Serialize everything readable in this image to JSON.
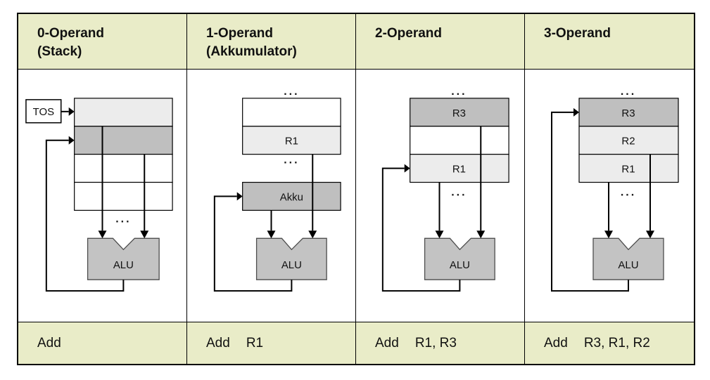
{
  "colors": {
    "band_bg": "#e9ecc8",
    "cell_light": "#ececec",
    "cell_dark": "#bfbfbf",
    "alu_fill": "#c3c3c3"
  },
  "columns": [
    {
      "header_line1": "0-Operand",
      "header_line2": "(Stack)",
      "instruction": {
        "op": "Add",
        "args": ""
      },
      "labels": {
        "tos": "TOS",
        "dots_bottom": "...",
        "alu": "ALU"
      }
    },
    {
      "header_line1": "1-Operand",
      "header_line2": "(Akkumulator)",
      "instruction": {
        "op": "Add",
        "args": "R1"
      },
      "labels": {
        "dots_top": "...",
        "r1": "R1",
        "dots_mid": "...",
        "akku": "Akku",
        "alu": "ALU"
      }
    },
    {
      "header_line1": "2-Operand",
      "header_line2": "",
      "instruction": {
        "op": "Add",
        "args": "R1, R3"
      },
      "labels": {
        "dots_top": "...",
        "r3": "R3",
        "r1": "R1",
        "dots_mid": "...",
        "alu": "ALU"
      }
    },
    {
      "header_line1": "3-Operand",
      "header_line2": "",
      "instruction": {
        "op": "Add",
        "args": "R3, R1, R2"
      },
      "labels": {
        "dots_top": "...",
        "r3": "R3",
        "r2": "R2",
        "r1": "R1",
        "dots_mid": "...",
        "alu": "ALU"
      }
    }
  ]
}
